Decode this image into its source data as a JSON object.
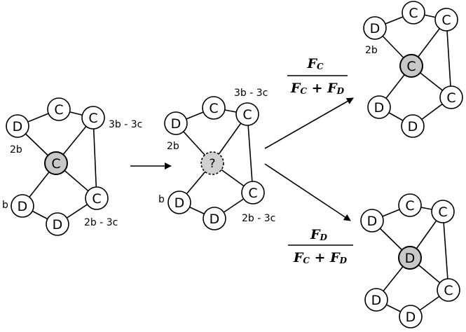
{
  "nodes": {
    "left": {
      "d_top": "D",
      "c_top": "C",
      "c_upper_right": "C",
      "center": "C",
      "c_lower_right": "C",
      "d_lower_left": "D",
      "d_bottom": "D"
    },
    "middle": {
      "d_top": "D",
      "c_top": "C",
      "c_upper_right": "C",
      "center": "?",
      "c_lower_right": "C",
      "d_lower_left": "D",
      "d_bottom": "D"
    },
    "top_right": {
      "d_top": "D",
      "c_top": "C",
      "c_upper_right": "C",
      "center": "C",
      "c_lower_right": "C",
      "d_lower_left": "D",
      "d_bottom": "D"
    },
    "bottom_right": {
      "d_top": "D",
      "c_top": "C",
      "c_upper_right": "C",
      "center": "D",
      "c_lower_right": "C",
      "d_lower_left": "D",
      "d_bottom": "D"
    }
  },
  "annotations": {
    "left": {
      "upper_right": "3b - 3c",
      "top_left": "2b",
      "lower_left": "b",
      "lower_right": "2b - 3c"
    },
    "middle": {
      "upper_right": "3b - 3c",
      "top_left": "2b",
      "lower_left": "b",
      "lower_right": "2b - 3c"
    },
    "top_right": {
      "top_left": "2b"
    }
  },
  "formulas": {
    "cooperate": {
      "numerator_var": "F",
      "numerator_sub": "C",
      "den_var1": "F",
      "den_sub1": "C",
      "den_plus": "+",
      "den_var2": "F",
      "den_sub2": "D"
    },
    "defect": {
      "numerator_var": "F",
      "numerator_sub": "D",
      "den_var1": "F",
      "den_sub1": "C",
      "den_plus": "+",
      "den_var2": "F",
      "den_sub2": "D"
    }
  },
  "colors": {
    "highlight": "#c8c8c8",
    "stroke": "#000000"
  }
}
